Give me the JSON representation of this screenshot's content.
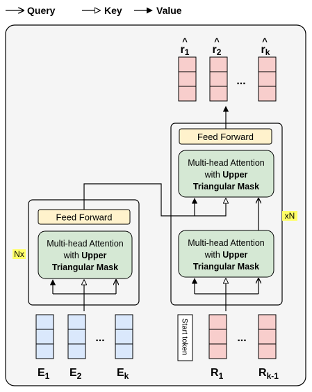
{
  "legend": {
    "query_label": "Query",
    "key_label": "Key",
    "value_label": "Value"
  },
  "encoder": {
    "repeat_label": "Nx",
    "feed_forward_label": "Feed Forward",
    "attention_line1": "Multi-head Attention",
    "attention_line2_prefix": "with ",
    "attention_line2_bold": "Upper",
    "attention_line3": "Triangular Mask",
    "inputs": {
      "e1": {
        "base": "E",
        "sub": "1"
      },
      "e2": {
        "base": "E",
        "sub": "2"
      },
      "ek": {
        "base": "E",
        "sub": "k"
      },
      "ellipsis": "..."
    }
  },
  "decoder": {
    "repeat_label": "xN",
    "feed_forward_label": "Feed Forward",
    "attention_line1": "Multi-head Attention",
    "attention_line2_prefix": "with ",
    "attention_line2_bold": "Upper",
    "attention_line3": "Triangular Mask",
    "start_token_label": "Start token",
    "inputs": {
      "r1": {
        "base": "R",
        "sub": "1"
      },
      "rk1": {
        "base": "R",
        "sub": "k-1"
      },
      "ellipsis": "..."
    },
    "outputs": {
      "r1hat": {
        "hat": "^",
        "base": "r",
        "sub": "1"
      },
      "r2hat": {
        "hat": "^",
        "base": "r",
        "sub": "2"
      },
      "rkhat": {
        "hat": "^",
        "base": "r",
        "sub": "k"
      },
      "ellipsis": "..."
    }
  },
  "colors": {
    "input_blue": "#dae8fc",
    "output_red": "#f8cecc",
    "feed_forward_yellow": "#fff2cc",
    "attention_green": "#d5e8d4",
    "panel_gray": "#f5f5f5",
    "repeat_highlight": "#ffff66"
  }
}
